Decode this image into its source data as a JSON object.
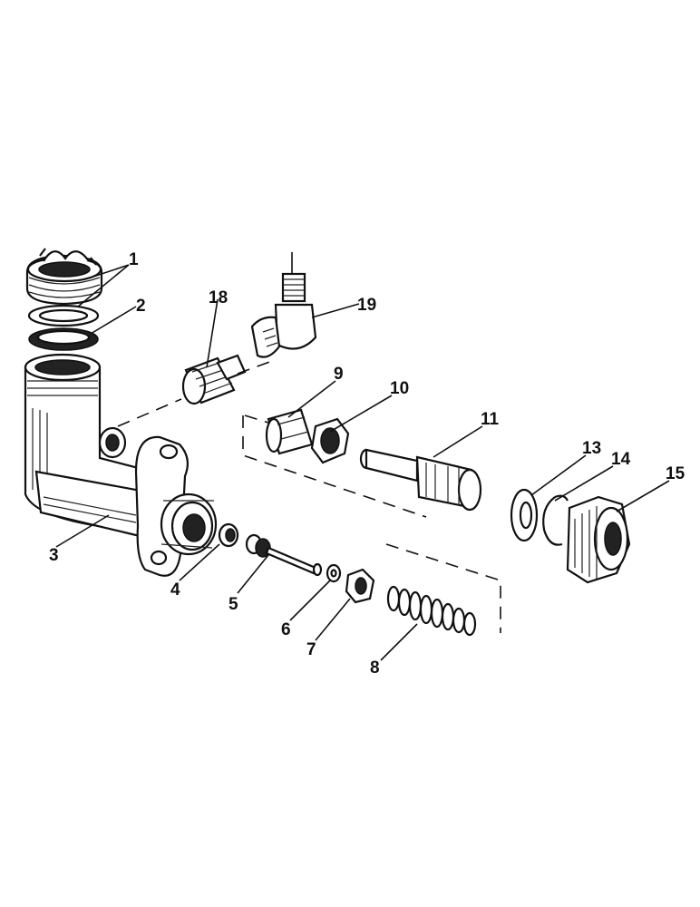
{
  "figure": {
    "callouts": [
      "1",
      "2",
      "3",
      "4",
      "5",
      "6",
      "7",
      "8",
      "9",
      "10",
      "11",
      "13",
      "14",
      "15",
      "18",
      "19"
    ]
  }
}
